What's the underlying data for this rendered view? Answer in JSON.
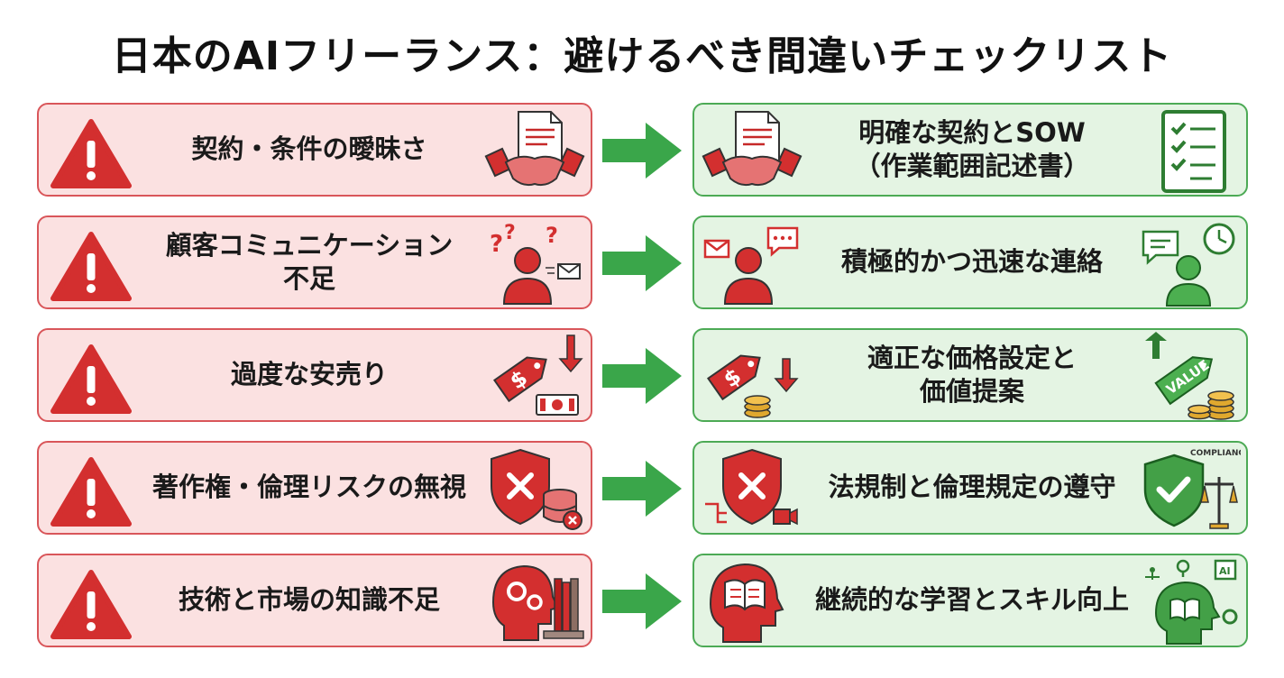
{
  "title": "日本のAIフリーランス：避けるべき間違いチェックリスト",
  "rows": [
    {
      "mistake": "契約・条件の曖昧さ",
      "solution": "明確な契約とSOW\n（作業範囲記述書）"
    },
    {
      "mistake": "顧客コミュニケーション\n不足",
      "solution": "積極的かつ迅速な連絡"
    },
    {
      "mistake": "過度な安売り",
      "solution": "適正な価格設定と\n価値提案",
      "value_tag": "VALUE"
    },
    {
      "mistake": "著作権・倫理リスクの無視",
      "solution": "法規制と倫理規定の遵守",
      "compliance_label": "COMPLIANCE"
    },
    {
      "mistake": "技術と市場の知識不足",
      "solution": "継続的な学習とスキル向上",
      "ai_chip_label": "AI"
    }
  ],
  "colors": {
    "warning_red": "#d32f2f",
    "mistake_bg": "#fbe1e1",
    "mistake_border": "#d9565a",
    "solution_bg": "#e4f4e3",
    "solution_border": "#4caa55",
    "arrow_green": "#3aa64a",
    "coin_gold": "#e0a82e"
  }
}
